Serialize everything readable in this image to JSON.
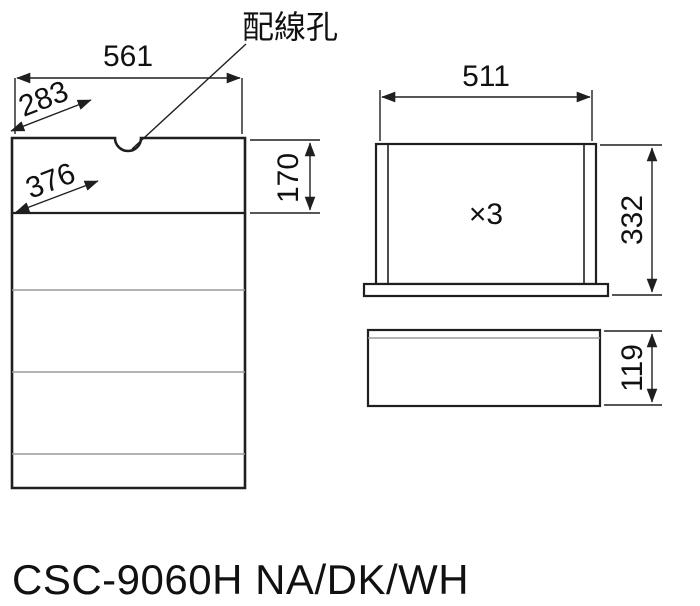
{
  "title": {
    "model": "CSC-9060H NA/DK/WH"
  },
  "front_view": {
    "wiring_hole_label": "配線孔",
    "width_label": "561",
    "depth_label": "283",
    "inner_label": "376",
    "top_section_height_label": "170"
  },
  "side_view": {
    "width_label": "511",
    "height_label": "332",
    "quantity_label": "×3"
  },
  "drawer_view": {
    "height_label": "119"
  },
  "colors": {
    "line": "#1f1f1f",
    "divider": "#9a9a9a",
    "background": "#ffffff",
    "text": "#111111"
  }
}
